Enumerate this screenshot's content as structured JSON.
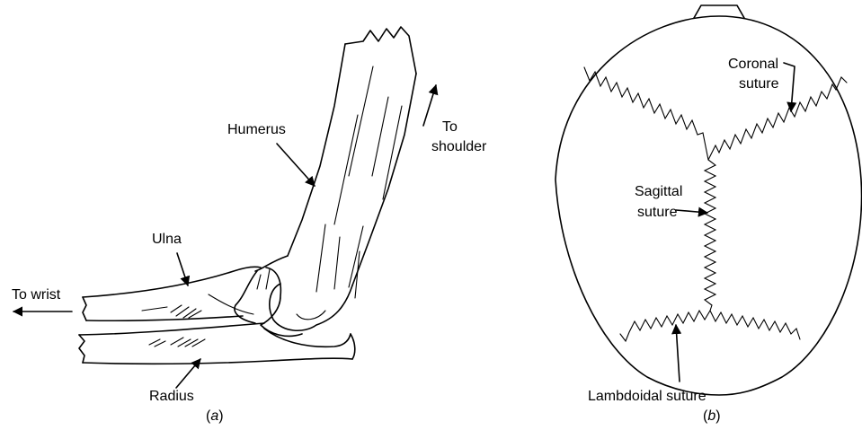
{
  "panel_a": {
    "labels": {
      "humerus": "Humerus",
      "to_shoulder_1": "To",
      "to_shoulder_2": "shoulder",
      "ulna": "Ulna",
      "to_wrist": "To wrist",
      "radius": "Radius"
    },
    "caption": {
      "open": "(",
      "letter": "a",
      "close": ")"
    }
  },
  "panel_b": {
    "labels": {
      "coronal_1": "Coronal",
      "coronal_2": "suture",
      "sagittal_1": "Sagittal",
      "sagittal_2": "suture",
      "lambdoidal": "Lambdoidal suture"
    },
    "caption": {
      "open": "(",
      "letter": "b",
      "close": ")"
    }
  }
}
